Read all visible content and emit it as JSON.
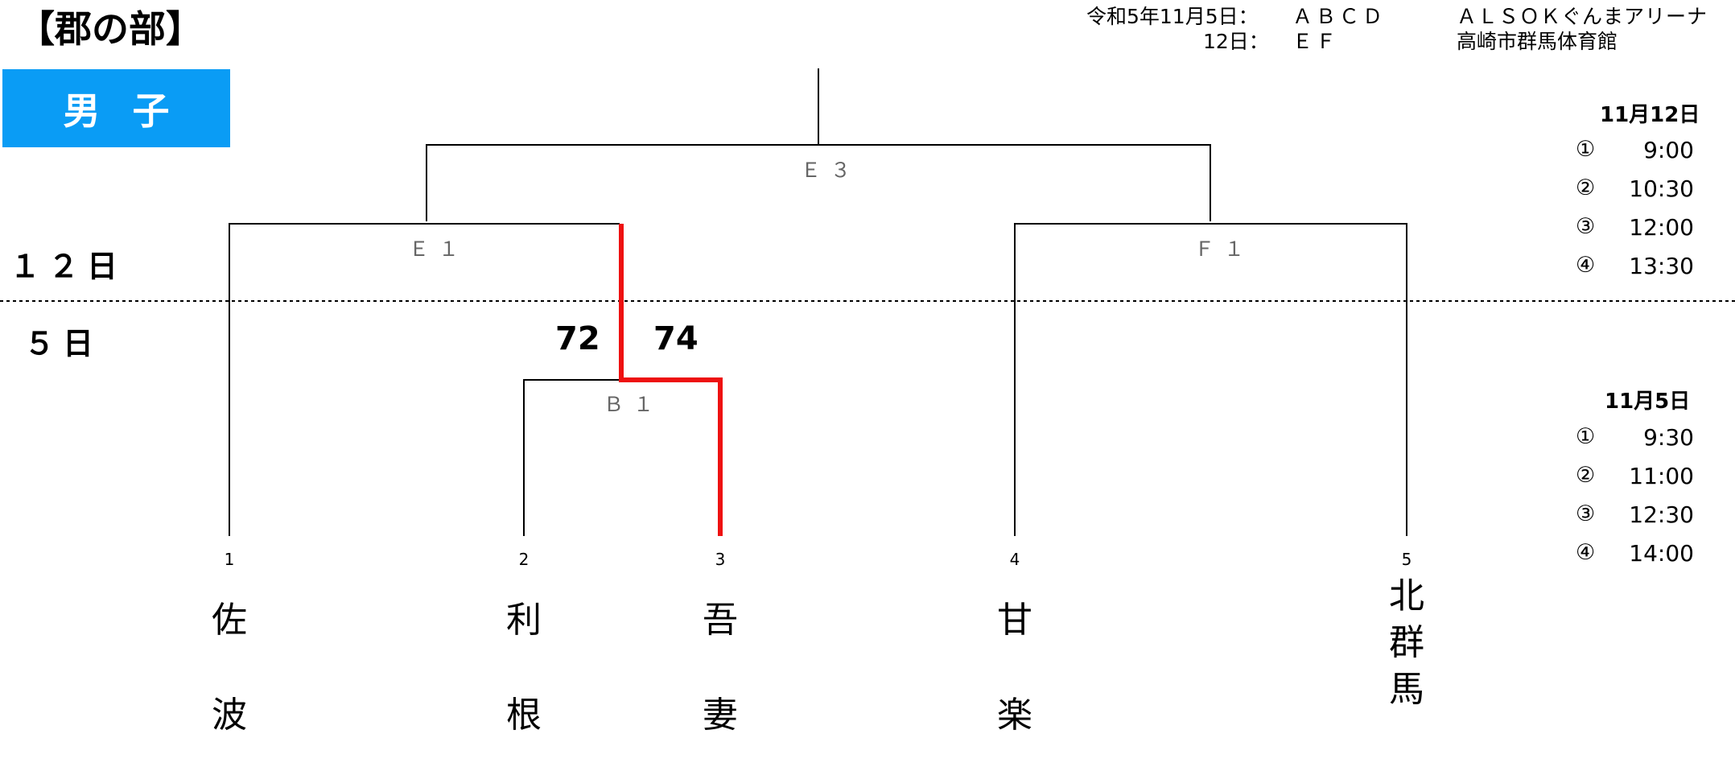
{
  "title": "【郡の部】",
  "gender": "男子",
  "header": {
    "date_line1": "令和5年11月5日：",
    "courts_line1": "ＡＢＣＤ",
    "venue_line1": "ＡＬＳＯＫぐんまアリーナ",
    "date_line2": "12日：",
    "courts_line2": "ＥＦ",
    "venue_line2": "高崎市群馬体育館"
  },
  "day_labels": {
    "top": "１２日",
    "bottom": "５日"
  },
  "schedule_day12": {
    "title": "11月12日",
    "slots": [
      {
        "num": "①",
        "time": "9:00"
      },
      {
        "num": "②",
        "time": "10:30"
      },
      {
        "num": "③",
        "time": "12:00"
      },
      {
        "num": "④",
        "time": "13:30"
      }
    ]
  },
  "schedule_day5": {
    "title": "11月5日",
    "slots": [
      {
        "num": "①",
        "time": "9:30"
      },
      {
        "num": "②",
        "time": "11:00"
      },
      {
        "num": "③",
        "time": "12:30"
      },
      {
        "num": "④",
        "time": "14:00"
      }
    ]
  },
  "matches": {
    "e3": "Ｅ３",
    "e1": "Ｅ１",
    "f1": "Ｆ１",
    "b1": "Ｂ１"
  },
  "scores": {
    "team2": "72",
    "team3": "74"
  },
  "teams": [
    {
      "num": "1",
      "name": "佐波"
    },
    {
      "num": "2",
      "name": "利根"
    },
    {
      "num": "3",
      "name": "吾妻"
    },
    {
      "num": "4",
      "name": "甘楽"
    },
    {
      "num": "5",
      "name": "北群馬"
    }
  ],
  "colors": {
    "winner_line": "#ee1111",
    "banner": "#0a9cf5",
    "line": "#000000"
  }
}
